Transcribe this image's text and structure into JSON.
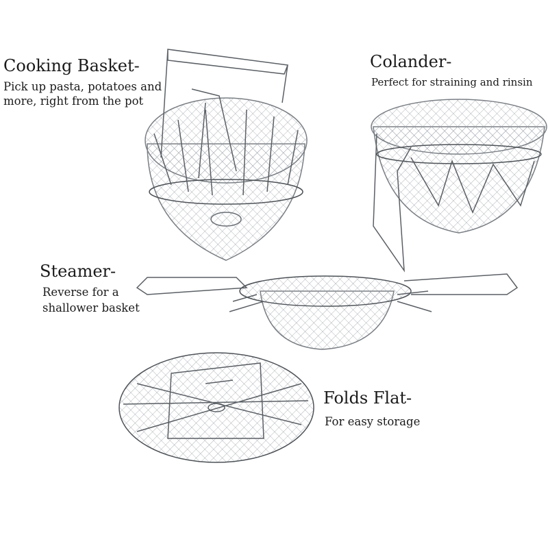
{
  "sections": {
    "cooking_basket": {
      "title": "Cooking Basket-",
      "lines": [
        "Pick up pasta, potatoes and",
        "more, right from the pot"
      ]
    },
    "colander": {
      "title": "Colander-",
      "lines": [
        "Perfect for straining and rinsin"
      ]
    },
    "steamer": {
      "title": "Steamer-",
      "lines": [
        "Reverse for a",
        "shallower basket"
      ]
    },
    "folds_flat": {
      "title": "Folds Flat-",
      "lines": [
        "For easy storage"
      ]
    }
  },
  "colors": {
    "wire": "#8a8f96",
    "wire_dark": "#4d5257",
    "text": "#1a1a1a"
  }
}
